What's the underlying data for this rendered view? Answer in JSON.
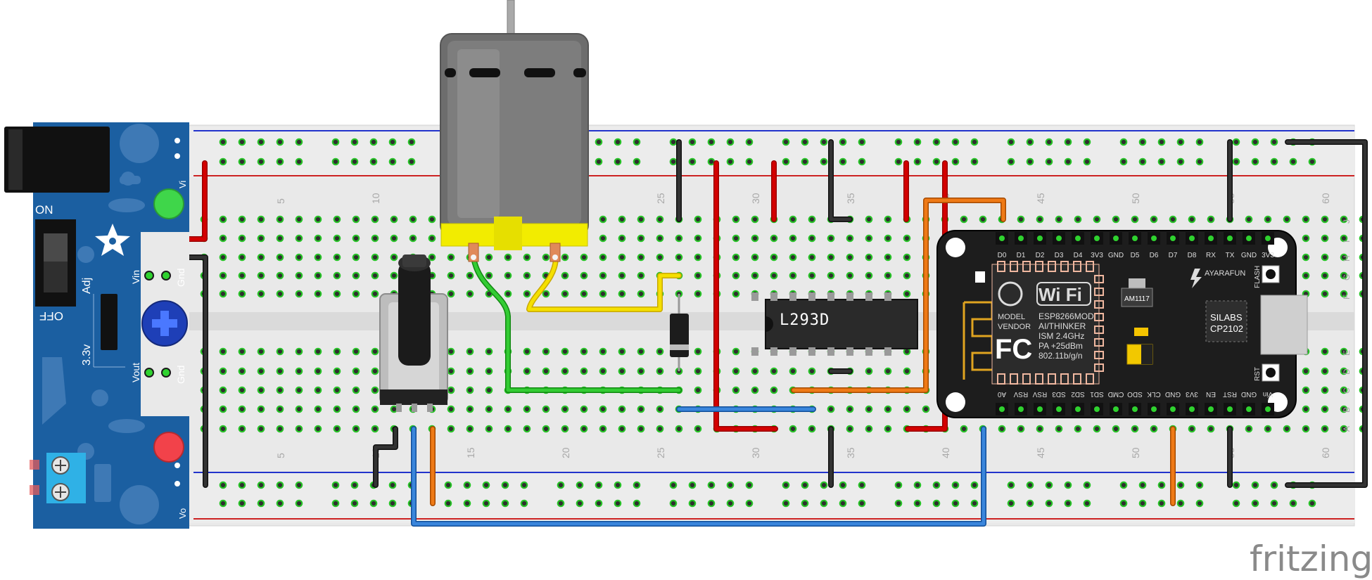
{
  "watermark": "fritzing",
  "breadboard": {
    "column_numbers": [
      "5",
      "10",
      "15",
      "20",
      "25",
      "30",
      "35",
      "40",
      "45",
      "50",
      "55",
      "60"
    ],
    "row_letters_top": [
      "J",
      "I",
      "H",
      "G",
      "F"
    ],
    "row_letters_bottom": [
      "E",
      "D",
      "C",
      "B",
      "A"
    ]
  },
  "power_module": {
    "labels": {
      "on": "ON",
      "off": "OFF",
      "adj": "Adj",
      "v33": "3.3v",
      "vin": "Vin",
      "gnd": "Gnd",
      "vout": "Vout",
      "gnd2": "Gnd",
      "vi": "Vi",
      "vo": "Vo"
    }
  },
  "driver_ic": {
    "label": "L293D"
  },
  "mcu_board": {
    "pins_top": [
      "D0",
      "D1",
      "D2",
      "D3",
      "D4",
      "3V3",
      "GND",
      "D5",
      "D6",
      "D7",
      "D8",
      "RX",
      "TX",
      "GND",
      "3V3"
    ],
    "pins_bottom": [
      "A0",
      "RSV",
      "RSV",
      "SD3",
      "SD2",
      "SD1",
      "CMD",
      "SDO",
      "CLK",
      "GND",
      "3V3",
      "EN",
      "RST",
      "GND",
      "Vin"
    ],
    "module": {
      "brand": "Wi Fi",
      "model": "MODEL",
      "vendor": "VENDOR",
      "fcc": "FC",
      "chip": "ESP8266MOD",
      "maker": "AI/THINKER",
      "band": "ISM 2.4GHz",
      "power": "PA +25dBm",
      "standard": "802.11b/g/n"
    },
    "regulator": "AM1117",
    "usb_chip": [
      "SILABS",
      "CP2102"
    ],
    "vendor_mark": "AYARAFUN",
    "buttons": [
      "FLASH",
      "RST"
    ]
  },
  "colors": {
    "red": "#cc0000",
    "black": "#222222",
    "green": "#22bb22",
    "yellow": "#f5dd00",
    "blue": "#2a73c9",
    "orange": "#e06f10",
    "board_blue": "#1b5fa1",
    "breadboard": "#e8e8e8"
  }
}
